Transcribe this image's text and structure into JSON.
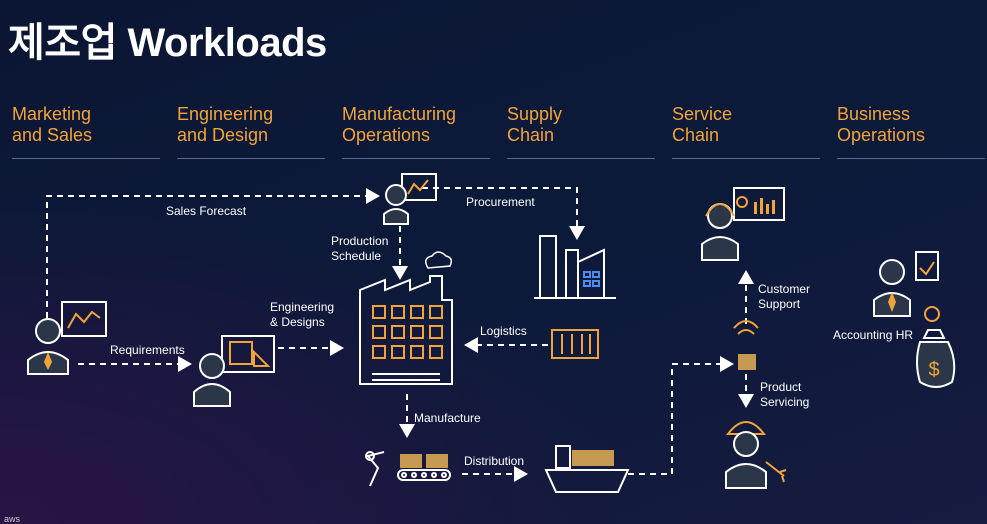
{
  "title": "제조업 Workloads",
  "columns": [
    {
      "label": "Marketing\nand Sales"
    },
    {
      "label": "Engineering\nand Design"
    },
    {
      "label": "Manufacturing\nOperations"
    },
    {
      "label": "Supply\nChain"
    },
    {
      "label": "Service\nChain"
    },
    {
      "label": "Business\nOperations"
    }
  ],
  "flows": {
    "sales_forecast": "Sales Forecast",
    "procurement": "Procurement",
    "production_schedule": "Production\nSchedule",
    "engineering_designs": "Engineering\n& Designs",
    "requirements": "Requirements",
    "logistics": "Logistics",
    "manufacture": "Manufacture",
    "distribution": "Distribution",
    "customer_support": "Customer\nSupport",
    "product_servicing": "Product\nServicing",
    "accounting_hr": "Accounting HR"
  },
  "footer": "aws",
  "colors": {
    "accent": "#f2a43a",
    "line": "#ffffff",
    "background": "#0c1a3a"
  }
}
